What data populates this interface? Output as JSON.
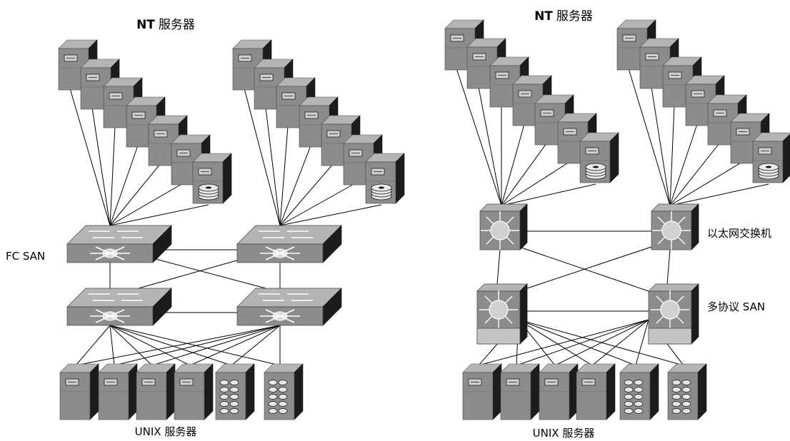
{
  "left": {
    "title_bold": "NT",
    "title_rest": "服务器",
    "switch_label": "FC SAN",
    "bottom_label": "UNIX 服务器"
  },
  "right": {
    "title_bold": "NT",
    "title_rest": "服务器",
    "ethernet_label": "以太网交换机",
    "multiprotocol_label": "多协议 SAN",
    "bottom_label": "UNIX 服务器"
  },
  "colors": {
    "device_front": "#8c8c8c",
    "device_top": "#b4b4b4",
    "device_side": "#1c1c1c",
    "link": "#000000"
  },
  "icons": {
    "nt_server": "tower-server-icon",
    "storage_server": "disk-storage-server-icon",
    "fc_switch": "fc-switch-icon",
    "ethernet_switch": "multilayer-switch-icon",
    "multiprotocol_switch": "multiprotocol-san-switch-icon",
    "unix_server": "unix-server-icon",
    "disk_array": "disk-array-icon"
  }
}
